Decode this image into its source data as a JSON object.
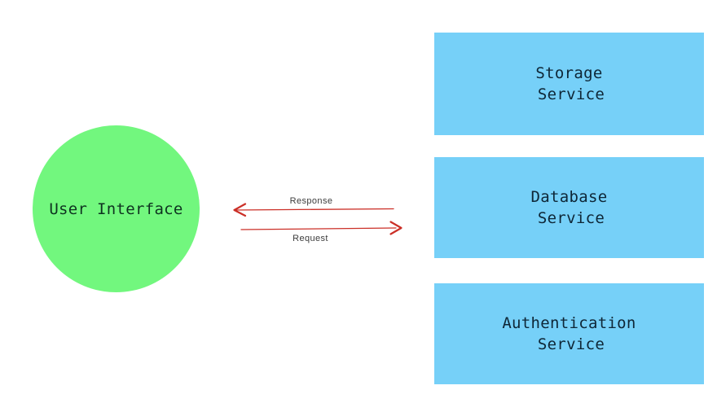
{
  "colors": {
    "background": "#ffffff",
    "circle-fill": "#72f77e",
    "circle-text": "#0e3320",
    "box-fill": "#76d0f8",
    "box-text": "#0e2636",
    "arrow": "#cb2f27",
    "arrow-label": "#3c3c3c"
  },
  "circle": {
    "label": "User Interface"
  },
  "boxes": [
    {
      "lines": [
        "Storage",
        "Service"
      ]
    },
    {
      "lines": [
        "Database",
        "Service"
      ]
    },
    {
      "lines": [
        "Authentication",
        "Service"
      ]
    }
  ],
  "arrows": {
    "response": {
      "label": "Response",
      "direction": "left"
    },
    "request": {
      "label": "Request",
      "direction": "right"
    }
  }
}
